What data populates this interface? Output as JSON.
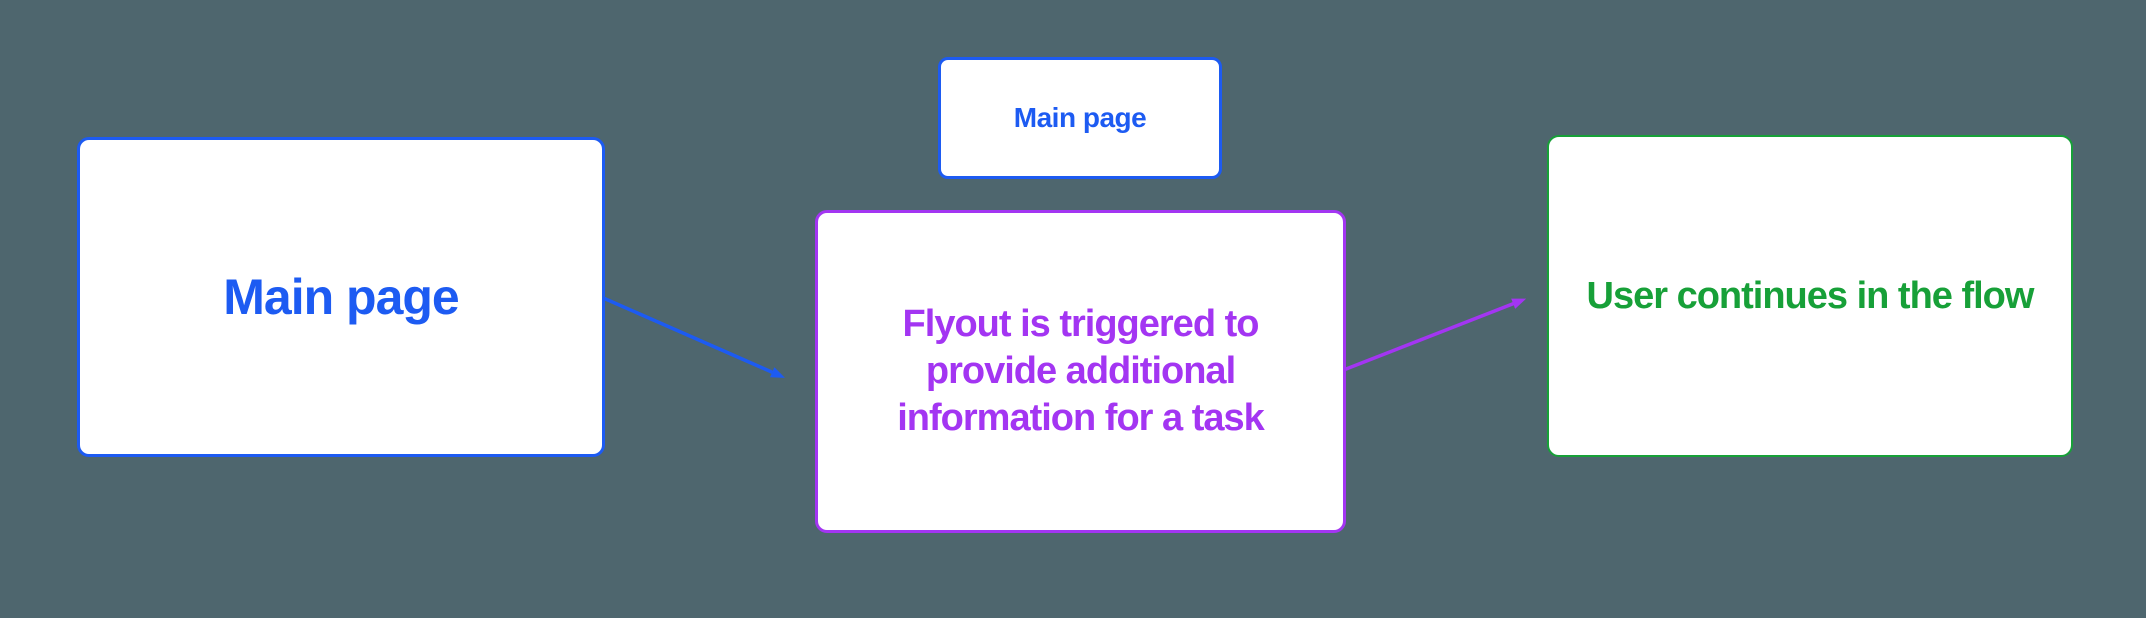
{
  "colors": {
    "bg": "#4e666e",
    "box": "#ffffff",
    "blue": "#1d5bf2",
    "purple": "#a335f2",
    "green": "#17a038"
  },
  "nodes": {
    "main_page_left": {
      "label": "Main page"
    },
    "main_page_small": {
      "label": "Main page"
    },
    "flyout": {
      "text": "Flyout is triggered to provide additional information for a task",
      "lines": [
        "Flyout is triggered to",
        "provide additional",
        "information for a task"
      ]
    },
    "user_continues": {
      "label": "User continues in the flow"
    }
  }
}
